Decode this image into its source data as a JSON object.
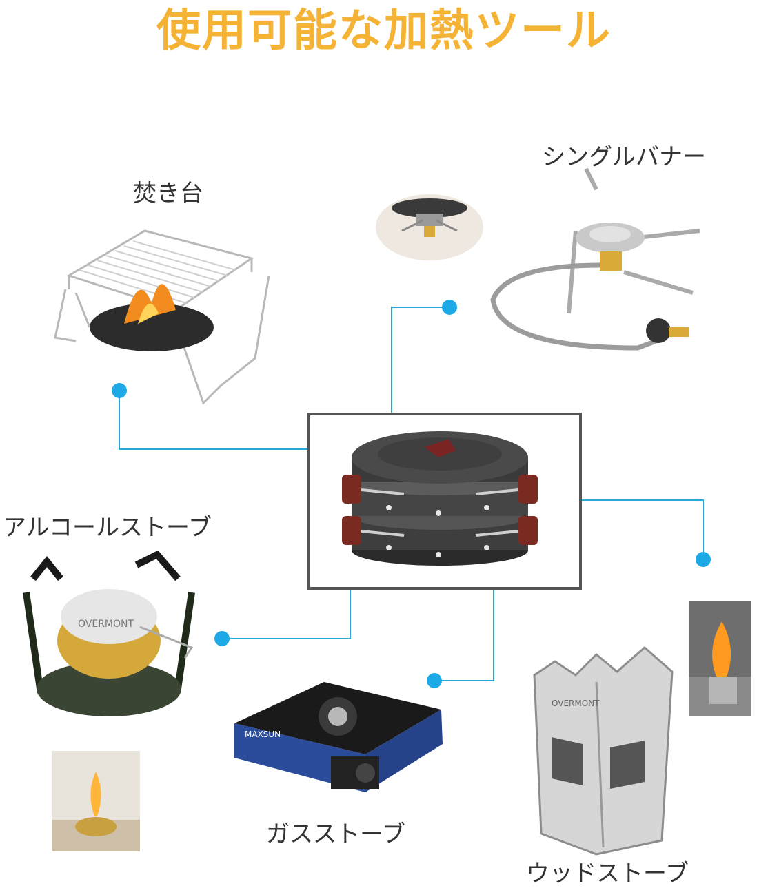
{
  "title": "使用可能な加熱ツール",
  "labels": {
    "grill_stand": "焚き台",
    "single_burner": "シングルバナー",
    "alcohol_stove": "アルコールストーブ",
    "gas_stove": "ガスストーブ",
    "wood_stove": "ウッドストーブ"
  },
  "product_logos": {
    "alcohol_stove": "OVERMONT",
    "wood_stove": "OVERMONT",
    "gas_stove": "MAXSUN"
  },
  "colors": {
    "title": "#F5B335",
    "connector": "#2AA7D9",
    "frame": "#555555"
  }
}
